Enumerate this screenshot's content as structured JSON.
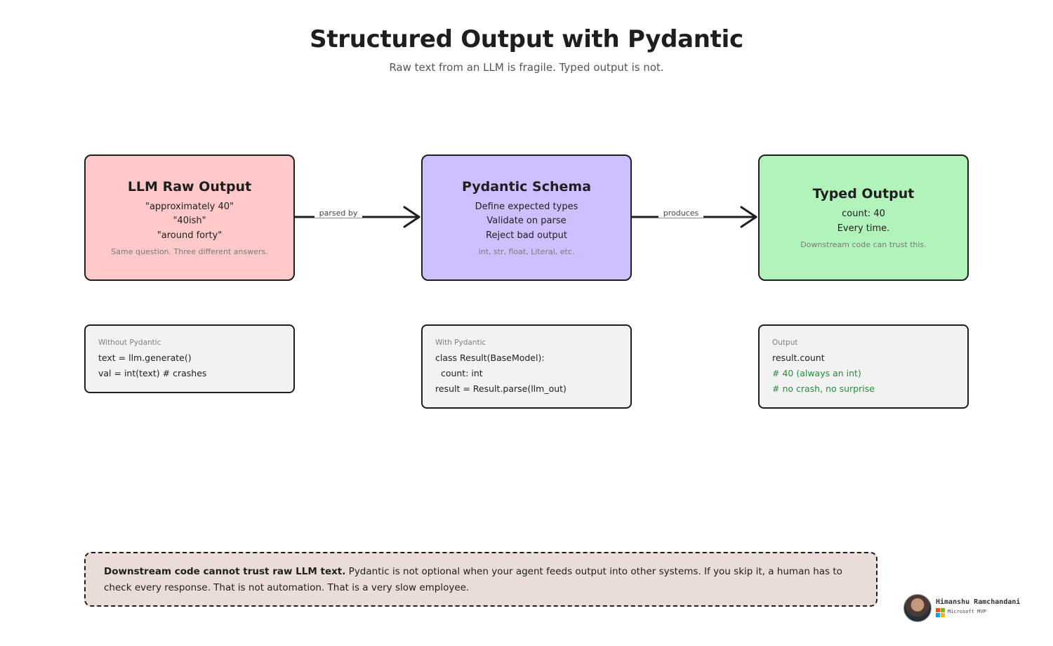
{
  "header": {
    "title": "Structured Output with Pydantic",
    "subtitle": "Raw text from an LLM is fragile. Typed output is not."
  },
  "cards": {
    "raw": {
      "title": "LLM Raw Output",
      "lines": [
        "\"approximately 40\"",
        "\"40ish\"",
        "\"around forty\""
      ],
      "note": "Same question. Three different answers.",
      "color": "#ffc9c9"
    },
    "schema": {
      "title": "Pydantic Schema",
      "lines": [
        "Define expected types",
        "Validate on parse",
        "Reject bad output"
      ],
      "note": "int, str, float, Literal, etc.",
      "color": "#d0bfff"
    },
    "typed": {
      "title": "Typed Output",
      "lines": [
        "count: 40",
        "Every time."
      ],
      "note": "Downstream code can trust this.",
      "color": "#b2f2bb"
    }
  },
  "connectors": {
    "first": "parsed by",
    "second": "produces"
  },
  "code": {
    "without": {
      "label": "Without Pydantic",
      "lines": [
        "text = llm.generate()",
        "val = int(text) # crashes"
      ]
    },
    "with": {
      "label": "With Pydantic",
      "lines": [
        "class Result(BaseModel):",
        "  count: int",
        "result = Result.parse(llm_out)"
      ]
    },
    "output": {
      "label": "Output",
      "lines": [
        "result.count",
        "# 40 (always an int)",
        "# no crash, no surprise"
      ]
    }
  },
  "callout": {
    "bold": "Downstream code cannot trust raw LLM text.",
    "text": " Pydantic is not optional when your agent feeds output into other systems. If you skip it, a human has to check every response. That is not automation. That is a very slow employee."
  },
  "badge": {
    "name": "Himanshu Ramchandani",
    "subtitle": "Microsoft MVP"
  }
}
